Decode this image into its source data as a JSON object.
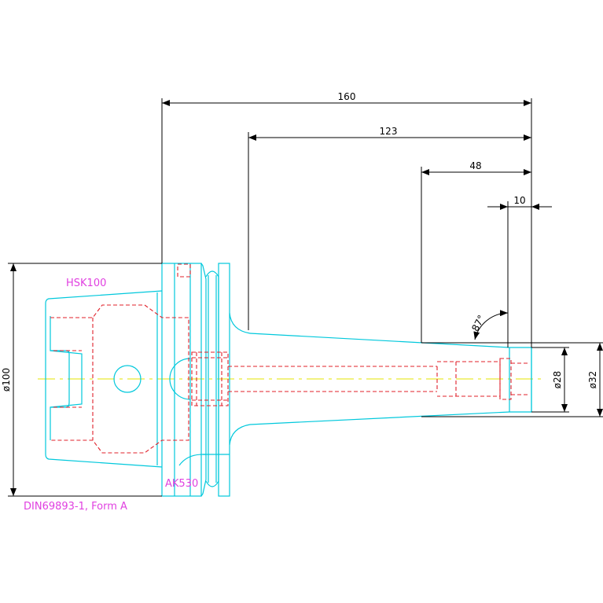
{
  "dimensions": {
    "length_160": "160",
    "length_123": "123",
    "length_48": "48",
    "length_10": "10",
    "angle_87": "87°",
    "diameter_100": "ø100",
    "diameter_28": "ø28",
    "diameter_32": "ø32"
  },
  "labels": {
    "interface": "HSK100",
    "adapter": "AK530",
    "standard": "DIN69893-1, Form A"
  },
  "colors": {
    "outline": "#00c8dc",
    "hidden": "#e0202a",
    "centerline": "#e6e600",
    "dimension": "#000000",
    "annotation": "#e040e0"
  }
}
